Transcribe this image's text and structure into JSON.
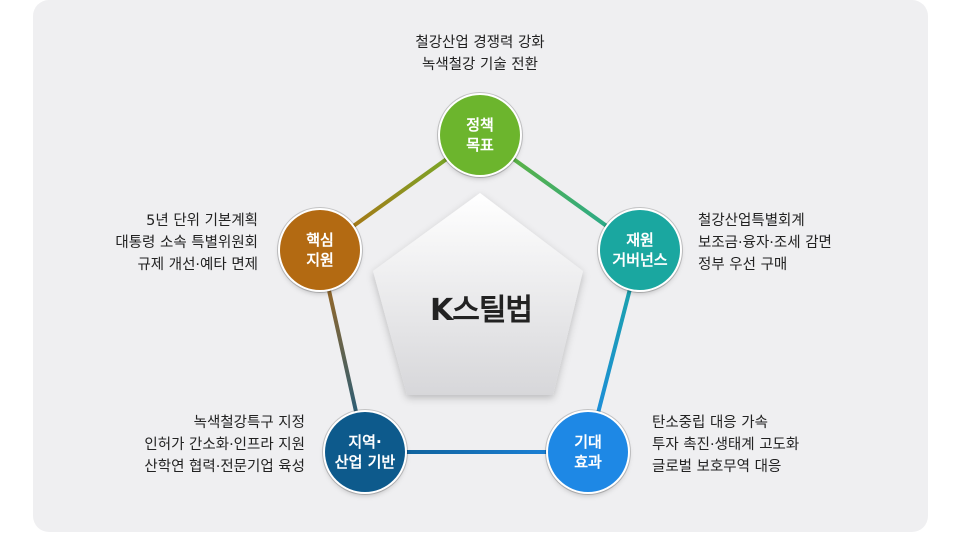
{
  "center": {
    "title": "K스틸법"
  },
  "nodes": {
    "top": {
      "label": "정책\n목표",
      "color": "#6cb52d"
    },
    "right": {
      "label": "재원\n거버넌스",
      "color": "#1aa7a0"
    },
    "bottom_right": {
      "label": "기대\n효과",
      "color": "#1e88e5"
    },
    "bottom_left": {
      "label": "지역·\n산업 기반",
      "color": "#0d5a8c"
    },
    "left": {
      "label": "핵심\n지원",
      "color": "#b36a12"
    }
  },
  "descriptions": {
    "top": [
      "철강산업 경쟁력 강화",
      "녹색철강 기술 전환"
    ],
    "right": [
      "철강산업특별회계",
      "보조금·융자·조세 감면",
      "정부 우선 구매"
    ],
    "bottom_right": [
      "탄소중립 대응 가속",
      "투자 촉진·생태계 고도화",
      "글로벌 보호무역 대응"
    ],
    "bottom_left": [
      "녹색철강특구 지정",
      "인허가 간소화·인프라 지원",
      "산학연 협력·전문기업 육성"
    ],
    "left": [
      "5년 단위 기본계획",
      "대통령 소속 특별위원회",
      "규제 개선·예타 면제"
    ]
  }
}
